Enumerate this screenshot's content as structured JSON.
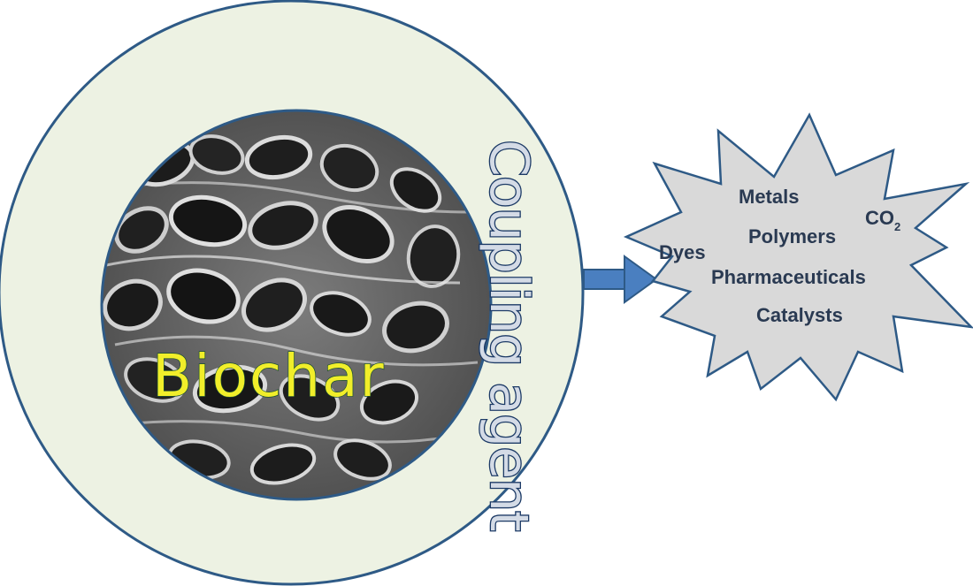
{
  "core": {
    "label": "Biochar",
    "image_description": "porous SEM micrograph"
  },
  "shell": {
    "label": "Coupling agent"
  },
  "targets": {
    "items": [
      "Metals",
      "Polymers",
      "Dyes",
      "Pharmaceuticals",
      "Catalysts"
    ],
    "co2_main": "CO",
    "co2_sub": "2"
  },
  "colors": {
    "shell_fill": "#edf2e3",
    "outline": "#2e5a86",
    "arrow": "#4a7fc0",
    "starburst_fill": "#d9d9d9"
  }
}
